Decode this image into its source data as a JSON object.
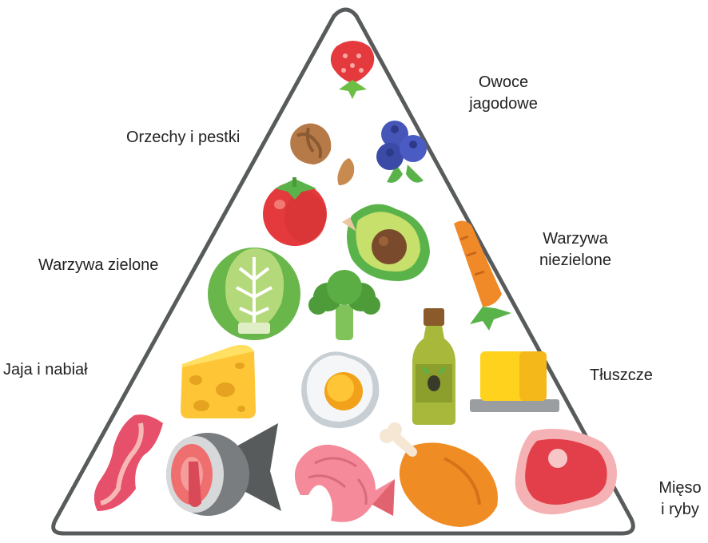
{
  "pyramid": {
    "outline_color": "#585b5c",
    "categories": [
      {
        "id": "berries",
        "lines": [
          "Owoce",
          "jagodowe"
        ],
        "icons": [
          "strawberry-icon",
          "blueberries-icon"
        ]
      },
      {
        "id": "nuts",
        "lines": [
          "Orzechy i pestki"
        ],
        "icons": [
          "walnut-icon",
          "almond-icon"
        ]
      },
      {
        "id": "non-green-veg",
        "lines": [
          "Warzywa",
          "niezielone"
        ],
        "icons": [
          "tomato-icon",
          "avocado-icon",
          "carrot-icon"
        ]
      },
      {
        "id": "green-veg",
        "lines": [
          "Warzywa zielone"
        ],
        "icons": [
          "cabbage-icon",
          "broccoli-icon"
        ]
      },
      {
        "id": "eggs-dairy",
        "lines": [
          "Jaja i nabiał"
        ],
        "icons": [
          "cheese-icon",
          "fried-egg-icon"
        ]
      },
      {
        "id": "fats",
        "lines": [
          "Tłuszcze"
        ],
        "icons": [
          "olive-oil-icon",
          "butter-icon"
        ]
      },
      {
        "id": "meat-fish",
        "lines": [
          "Mięso",
          "i ryby"
        ],
        "icons": [
          "bacon-icon",
          "fish-icon",
          "shrimp-icon",
          "chicken-leg-icon",
          "steak-icon"
        ]
      }
    ]
  }
}
